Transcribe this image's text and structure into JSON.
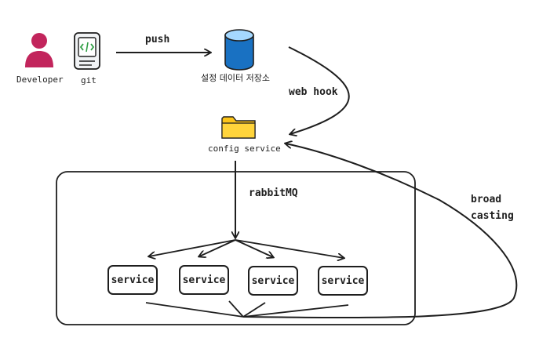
{
  "nodes": {
    "developer": {
      "label": "Developer",
      "icon": "user-icon",
      "color": "#c2255c"
    },
    "git": {
      "label": "git",
      "icon": "code-file-icon"
    },
    "config_repo": {
      "label": "설정 데이터 저장소",
      "icon": "database-icon",
      "color": "#1971c2"
    },
    "config_service": {
      "label": "config service",
      "icon": "folder-icon",
      "color": "#ffd43b"
    }
  },
  "edges": {
    "push": "push",
    "webhook": "web hook",
    "rabbitmq": "rabbitMQ",
    "broadcasting_line1": "broad",
    "broadcasting_line2": "casting"
  },
  "services": [
    "service",
    "service",
    "service",
    "service"
  ]
}
